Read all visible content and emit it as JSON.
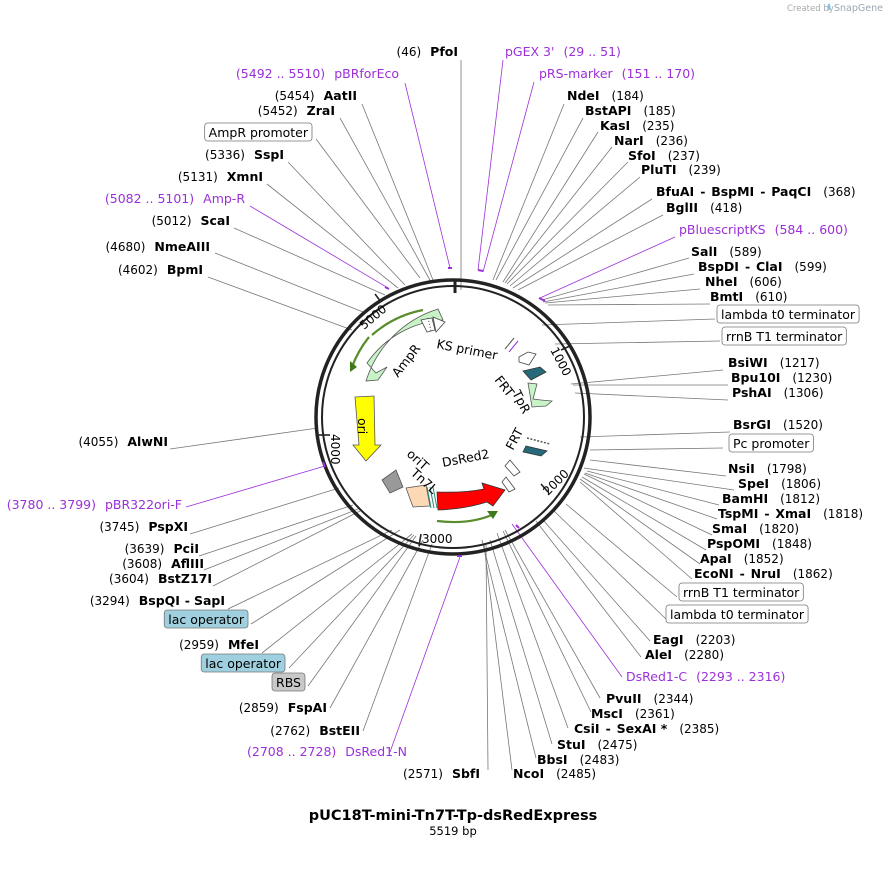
{
  "credit": {
    "prefix": "Created by",
    "brand": "SnapGene"
  },
  "plasmid": {
    "name": "pUC18T-mini-Tn7T-Tp-dsRedExpress",
    "length": "5519 bp"
  },
  "ticks": [
    "1000",
    "2000",
    "3000",
    "4000",
    "5000"
  ],
  "inner_labels": {
    "ks_primer": "KS primer",
    "ampr": "AmpR",
    "ori": "ori",
    "oriT": "oriT",
    "tn7l": "Tn7L",
    "dsred2": "DsRed2",
    "frt_top": "FRT",
    "tpr": "TpR",
    "frt_bottom": "FRT"
  },
  "labels": [
    {
      "id": "pfoi",
      "kind": "enzyme",
      "pos": "(46)",
      "name": "PfoI"
    },
    {
      "id": "pgex",
      "kind": "primer",
      "name": "pGEX 3'",
      "pos": "(29 .. 51)"
    },
    {
      "id": "pbrfor",
      "kind": "primer",
      "pos": "(5492 .. 5510)",
      "name": "pBRforEco"
    },
    {
      "id": "prs",
      "kind": "primer",
      "name": "pRS-marker",
      "pos": "(151 .. 170)"
    },
    {
      "id": "aatii",
      "kind": "enzyme",
      "pos": "(5454)",
      "name": "AatII"
    },
    {
      "id": "ndei",
      "kind": "enzyme",
      "name": "NdeI",
      "pos": "(184)"
    },
    {
      "id": "zrai",
      "kind": "enzyme",
      "pos": "(5452)",
      "name": "ZraI"
    },
    {
      "id": "bstapi",
      "kind": "enzyme",
      "name": "BstAPI",
      "pos": "(185)"
    },
    {
      "id": "kasi",
      "kind": "enzyme",
      "name": "KasI",
      "pos": "(235)"
    },
    {
      "id": "ampr_prom",
      "kind": "feature",
      "name": "AmpR promoter"
    },
    {
      "id": "nari",
      "kind": "enzyme",
      "name": "NarI",
      "pos": "(236)"
    },
    {
      "id": "sspi",
      "kind": "enzyme",
      "pos": "(5336)",
      "name": "SspI"
    },
    {
      "id": "sfoi",
      "kind": "enzyme",
      "name": "SfoI",
      "pos": "(237)"
    },
    {
      "id": "pluti",
      "kind": "enzyme",
      "name": "PluTI",
      "pos": "(239)"
    },
    {
      "id": "xmni",
      "kind": "enzyme",
      "pos": "(5131)",
      "name": "XmnI"
    },
    {
      "id": "bfuai",
      "kind": "enzyme",
      "name": "BfuAI",
      "name2": "BspMI",
      "name3": "PaqCI",
      "pos": "(368)"
    },
    {
      "id": "ampr_pr",
      "kind": "primer",
      "pos": "(5082 .. 5101)",
      "name": "Amp-R"
    },
    {
      "id": "bglii",
      "kind": "enzyme",
      "name": "BglII",
      "pos": "(418)"
    },
    {
      "id": "scai",
      "kind": "enzyme",
      "pos": "(5012)",
      "name": "ScaI"
    },
    {
      "id": "pbks",
      "kind": "primer",
      "name": "pBluescriptKS",
      "pos": "(584 .. 600)"
    },
    {
      "id": "nmeaiii",
      "kind": "enzyme",
      "pos": "(4680)",
      "name": "NmeAIII"
    },
    {
      "id": "sali",
      "kind": "enzyme",
      "name": "SalI",
      "pos": "(589)"
    },
    {
      "id": "bspdi",
      "kind": "enzyme",
      "name": "BspDI",
      "name2": "ClaI",
      "pos": "(599)"
    },
    {
      "id": "bpmi",
      "kind": "enzyme",
      "pos": "(4602)",
      "name": "BpmI"
    },
    {
      "id": "nhei",
      "kind": "enzyme",
      "name": "NheI",
      "pos": "(606)"
    },
    {
      "id": "bmti",
      "kind": "enzyme",
      "name": "BmtI",
      "pos": "(610)"
    },
    {
      "id": "lt0_a",
      "kind": "feature",
      "name": "lambda t0 terminator"
    },
    {
      "id": "rrnb_a",
      "kind": "feature",
      "name": "rrnB T1 terminator"
    },
    {
      "id": "bsiwi",
      "kind": "enzyme",
      "name": "BsiWI",
      "pos": "(1217)"
    },
    {
      "id": "bpu10i",
      "kind": "enzyme",
      "name": "Bpu10I",
      "pos": "(1230)"
    },
    {
      "id": "pshai",
      "kind": "enzyme",
      "name": "PshAI",
      "pos": "(1306)"
    },
    {
      "id": "bsrgi",
      "kind": "enzyme",
      "name": "BsrGI",
      "pos": "(1520)"
    },
    {
      "id": "alwni",
      "kind": "enzyme",
      "pos": "(4055)",
      "name": "AlwNI"
    },
    {
      "id": "pc_prom",
      "kind": "feature",
      "name": "Pc promoter"
    },
    {
      "id": "nsii",
      "kind": "enzyme",
      "name": "NsiI",
      "pos": "(1798)"
    },
    {
      "id": "spei",
      "kind": "enzyme",
      "name": "SpeI",
      "pos": "(1806)"
    },
    {
      "id": "pbr322",
      "kind": "primer",
      "pos": "(3780 .. 3799)",
      "name": "pBR322ori-F"
    },
    {
      "id": "bamhi",
      "kind": "enzyme",
      "name": "BamHI",
      "pos": "(1812)"
    },
    {
      "id": "pspxi",
      "kind": "enzyme",
      "pos": "(3745)",
      "name": "PspXI"
    },
    {
      "id": "tspmi",
      "kind": "enzyme",
      "name": "TspMI",
      "name2": "XmaI",
      "pos": "(1818)"
    },
    {
      "id": "smai",
      "kind": "enzyme",
      "name": "SmaI",
      "pos": "(1820)"
    },
    {
      "id": "pcii",
      "kind": "enzyme",
      "pos": "(3639)",
      "name": "PciI"
    },
    {
      "id": "pspomi",
      "kind": "enzyme",
      "name": "PspOMI",
      "pos": "(1848)"
    },
    {
      "id": "aflii",
      "kind": "enzyme",
      "pos": "(3608)",
      "name": "AflIII"
    },
    {
      "id": "apai",
      "kind": "enzyme",
      "name": "ApaI",
      "pos": "(1852)"
    },
    {
      "id": "bstz17i",
      "kind": "enzyme",
      "pos": "(3604)",
      "name": "BstZ17I"
    },
    {
      "id": "econi",
      "kind": "enzyme",
      "name": "EcoNI",
      "name2": "NruI",
      "pos": "(1862)"
    },
    {
      "id": "rrnb_b",
      "kind": "feature",
      "name": "rrnB T1 terminator"
    },
    {
      "id": "bspqi",
      "kind": "enzyme",
      "pos": "(3294)",
      "name": "BspQI",
      "name2": "SapI"
    },
    {
      "id": "lt0_b",
      "kind": "feature",
      "name": "lambda t0 terminator"
    },
    {
      "id": "lacop_a",
      "kind": "feature_blue",
      "name": "lac operator"
    },
    {
      "id": "eagi",
      "kind": "enzyme",
      "name": "EagI",
      "pos": "(2203)"
    },
    {
      "id": "mfei",
      "kind": "enzyme",
      "pos": "(2959)",
      "name": "MfeI"
    },
    {
      "id": "alei",
      "kind": "enzyme",
      "name": "AleI",
      "pos": "(2280)"
    },
    {
      "id": "lacop_b",
      "kind": "feature_blue",
      "name": "lac operator"
    },
    {
      "id": "dsred1c",
      "kind": "primer",
      "name": "DsRed1-C",
      "pos": "(2293 .. 2316)"
    },
    {
      "id": "rbs",
      "kind": "feature_gray",
      "name": "RBS"
    },
    {
      "id": "pvuii",
      "kind": "enzyme",
      "name": "PvuII",
      "pos": "(2344)"
    },
    {
      "id": "fspai",
      "kind": "enzyme",
      "pos": "(2859)",
      "name": "FspAI"
    },
    {
      "id": "msci",
      "kind": "enzyme",
      "name": "MscI",
      "pos": "(2361)"
    },
    {
      "id": "cslii",
      "kind": "enzyme",
      "name": "CsiI",
      "name2": "SexAI *",
      "pos": "(2385)"
    },
    {
      "id": "bsteii",
      "kind": "enzyme",
      "pos": "(2762)",
      "name": "BstEII"
    },
    {
      "id": "stui",
      "kind": "enzyme",
      "name": "StuI",
      "pos": "(2475)"
    },
    {
      "id": "dsred1n",
      "kind": "primer",
      "pos": "(2708 .. 2728)",
      "name": "DsRed1-N"
    },
    {
      "id": "bbsi",
      "kind": "enzyme",
      "name": "BbsI",
      "pos": "(2483)"
    },
    {
      "id": "sbfi",
      "kind": "enzyme",
      "pos": "(2571)",
      "name": "SbfI"
    },
    {
      "id": "ncoi",
      "kind": "enzyme",
      "name": "NcoI",
      "pos": "(2485)"
    }
  ]
}
